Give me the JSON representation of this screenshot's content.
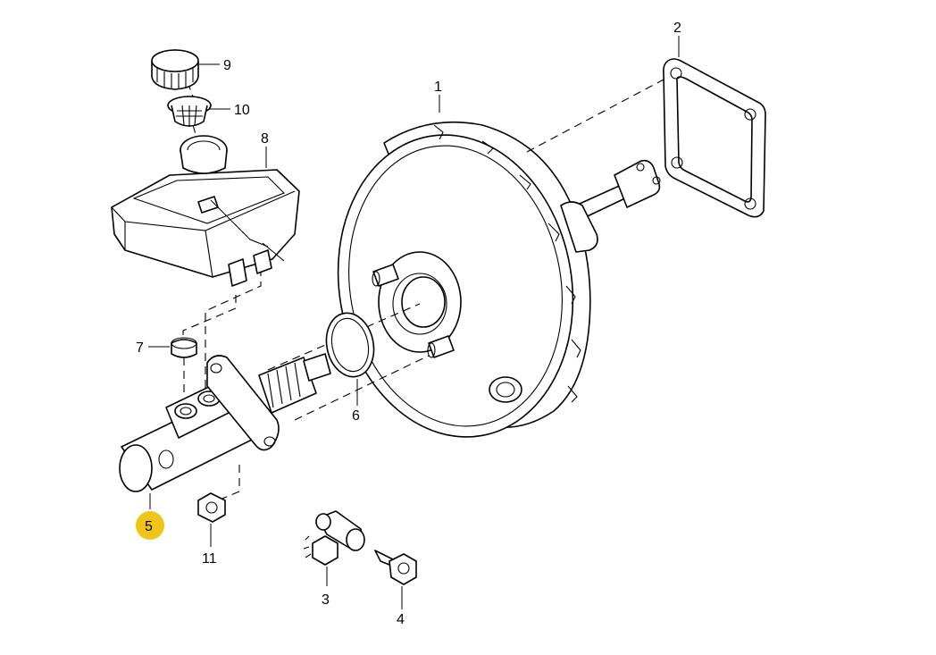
{
  "callouts": {
    "c1": "1",
    "c2": "2",
    "c3": "3",
    "c4": "4",
    "c5": "5",
    "c6": "6",
    "c7": "7",
    "c8": "8",
    "c9": "9",
    "c10": "10",
    "c11": "11"
  },
  "highlighted_part": "5",
  "colors": {
    "highlight": "#f0c419",
    "line": "#000000",
    "background": "#ffffff"
  }
}
